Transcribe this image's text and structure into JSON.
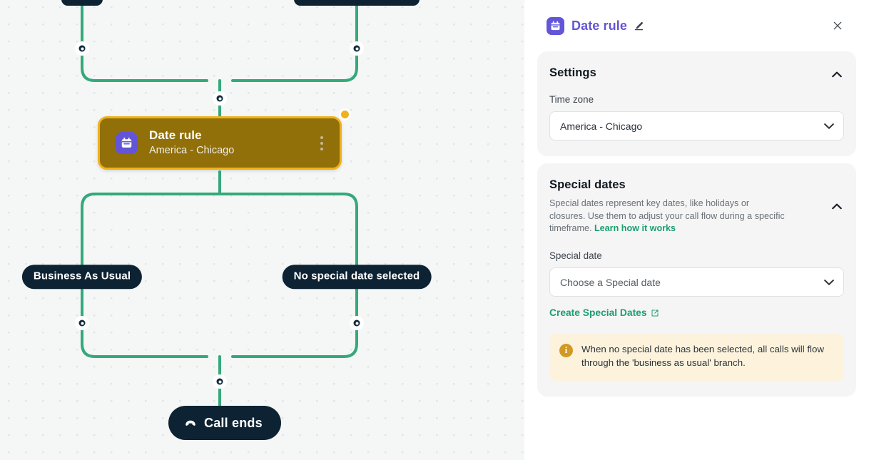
{
  "canvas": {
    "node": {
      "title": "Date rule",
      "subtitle": "America - Chicago",
      "icon": "calendar-icon",
      "menu_icon": "more-vertical-icon",
      "handle_icon": "output-handle-dot",
      "bg_color": "#91700a",
      "border_color": "#f0b11e"
    },
    "branches": [
      {
        "label": "Business As Usual"
      },
      {
        "label": "No special date selected"
      }
    ],
    "terminal": {
      "label": "Call ends",
      "icon": "phone-hangup-icon"
    },
    "edge_color": "#34a97a",
    "background_color": "#f5f6f6"
  },
  "panel": {
    "header": {
      "title": "Date rule",
      "icon": "calendar-icon",
      "edit_icon": "pencil-icon",
      "close_icon": "close-icon",
      "accent_color": "#6355d8"
    },
    "settings": {
      "title": "Settings",
      "collapse_icon": "chevron-up-icon",
      "timezone": {
        "label": "Time zone",
        "value": "America - Chicago",
        "chevron_icon": "chevron-down-icon"
      }
    },
    "special_dates": {
      "title": "Special dates",
      "description_part1": "Special dates represent key dates, like holidays or closures. Use them to adjust your call flow during a specific timeframe. ",
      "learn_more_label": "Learn how it works",
      "collapse_icon": "chevron-up-icon",
      "field": {
        "label": "Special date",
        "placeholder": "Choose a Special date",
        "chevron_icon": "chevron-down-icon"
      },
      "create_link": {
        "label": "Create Special Dates",
        "icon": "external-link-icon"
      },
      "notice": {
        "icon": "info-icon",
        "text": "When no special date has been selected, all calls will flow through the 'business as usual' branch.",
        "bg_color": "#fdf3dd"
      }
    }
  }
}
